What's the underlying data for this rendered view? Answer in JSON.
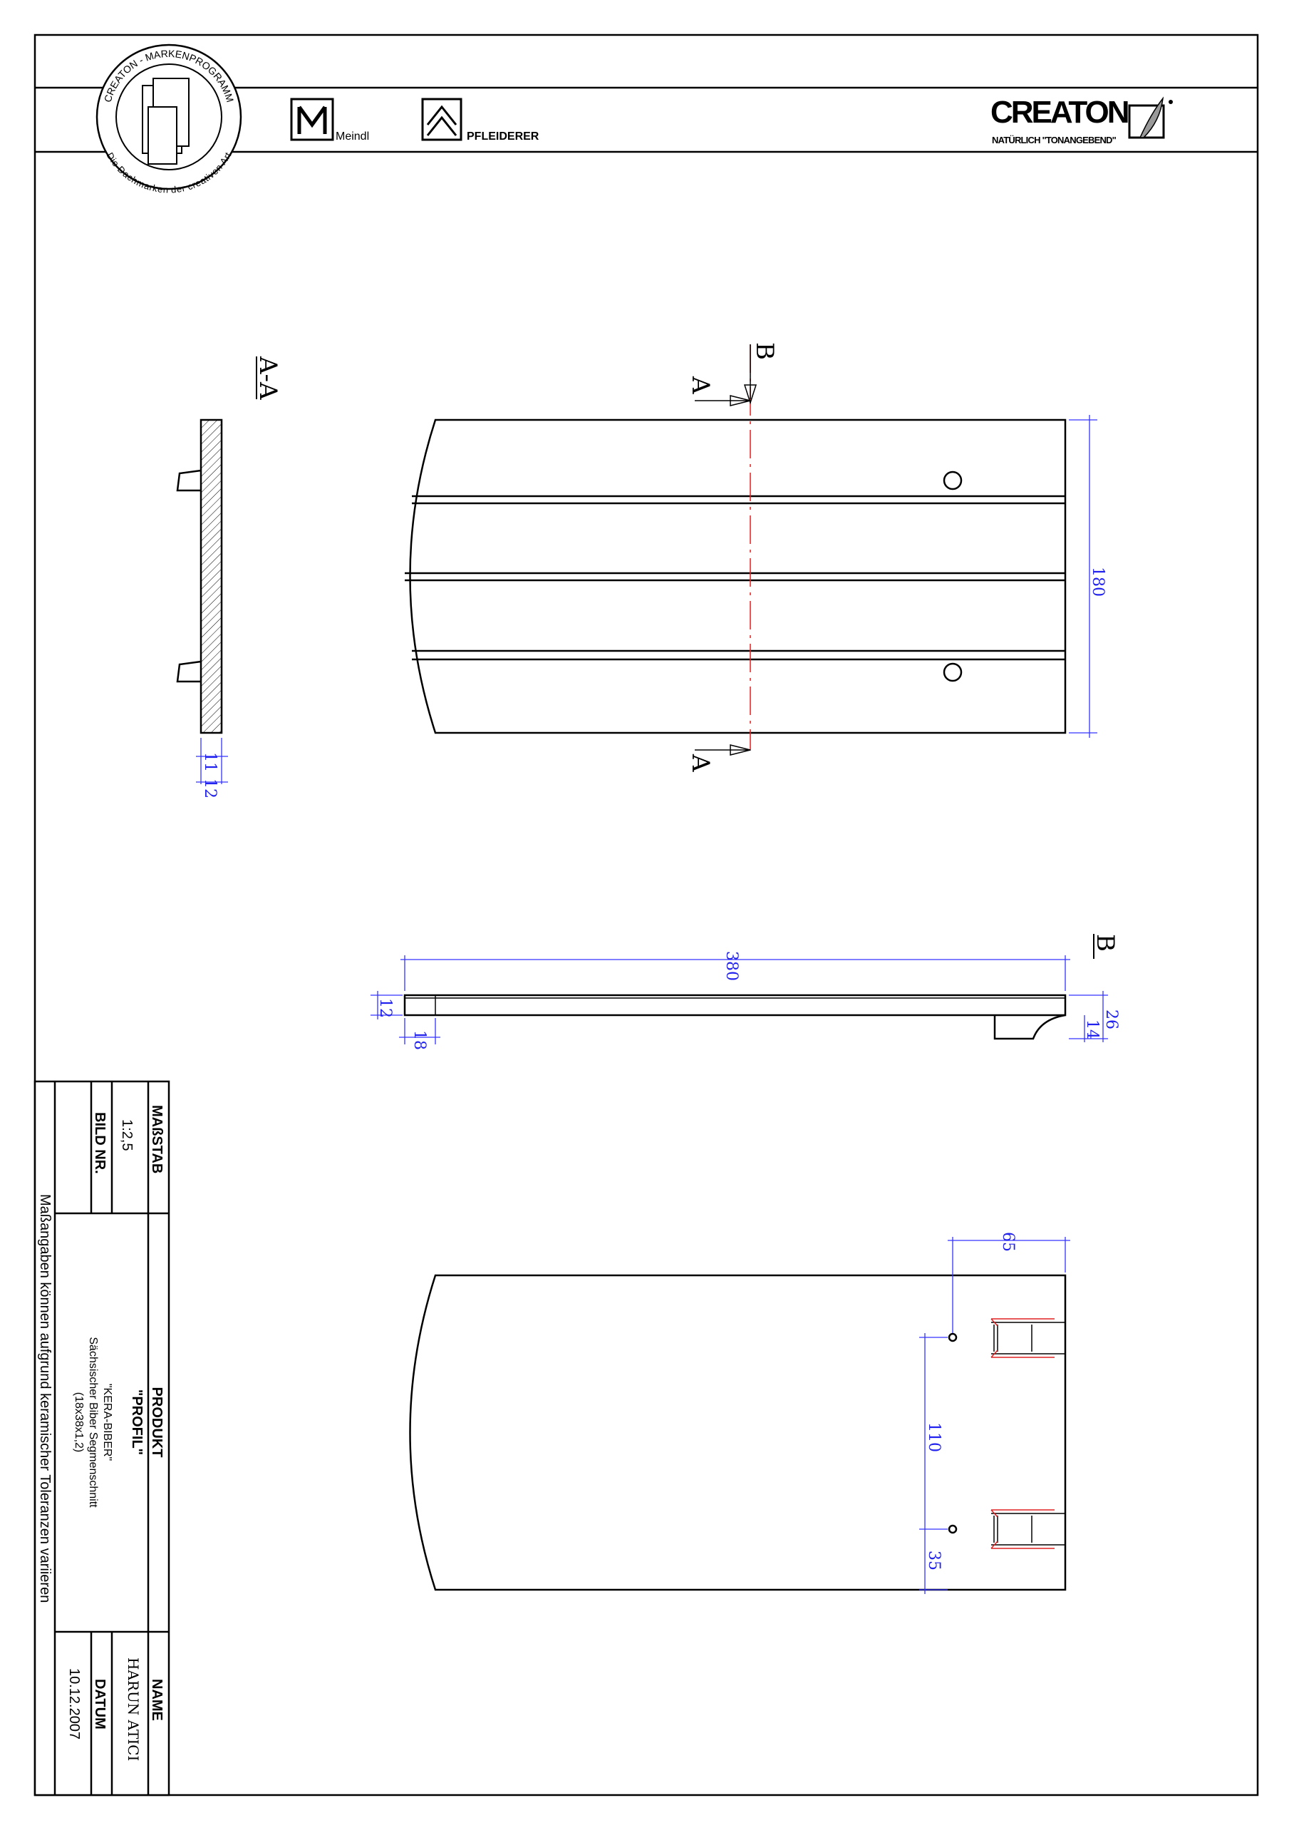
{
  "header": {
    "seal": {
      "top_text": "CREATON - MARKENPROGRAMM",
      "bottom_text": "Die Dachmarken der creativen Art"
    },
    "logos": [
      {
        "name": "Meindl"
      },
      {
        "name": "PFLEIDERER"
      },
      {
        "name": "CREATON",
        "tagline": "NATÜRLICH \"TONANGEBEND\""
      }
    ]
  },
  "views": {
    "section_label": "A-A",
    "cut_a": "A",
    "cut_b": "B",
    "dimensions": {
      "width": "180",
      "length": "380",
      "thickness_11": "11",
      "thickness_12": "12",
      "side_12": "12",
      "side_18": "18",
      "nib_26": "26",
      "nib_14": "14",
      "hole_from_top": "65",
      "hole_spacing": "110",
      "hole_edge": "35"
    },
    "colors": {
      "dimension": "#2222ee",
      "centerline": "#e02020"
    }
  },
  "title_block": {
    "scale_label": "MAßSTAB",
    "scale_value": "1:2,5",
    "image_no_label": "BILD NR.",
    "product_label": "PRODUKT",
    "product_line1": "\"PROFIL\"",
    "product_line2": "\"KERA-BIBER\"",
    "product_line3": "Sächsischer Biber Segmenschnitt",
    "product_line4": "(18x38x1,2)",
    "name_label": "NAME",
    "name_value": "HARUN  ATICI",
    "date_label": "DATUM",
    "date_value": "10.12.2007",
    "note": "Maßangaben  können  aufgrund  keramischer  Toleranzen  variieren"
  }
}
